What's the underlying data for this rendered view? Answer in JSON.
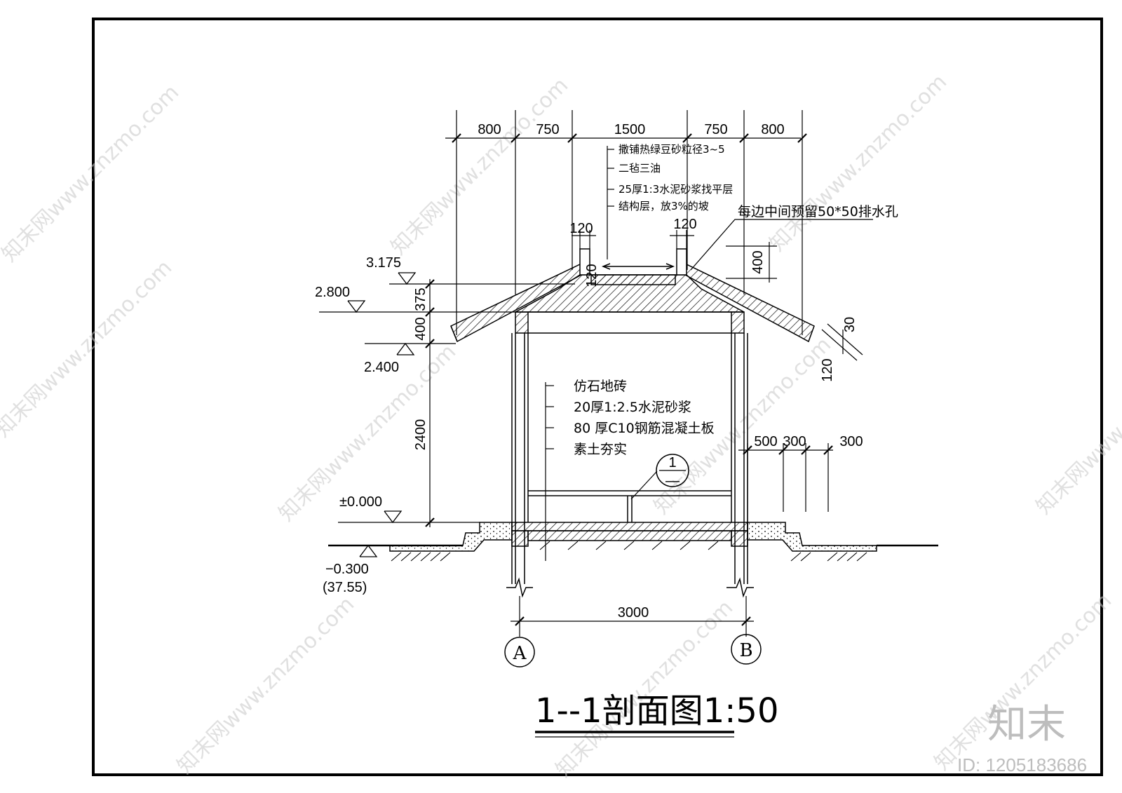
{
  "drawing": {
    "title": "1--1剖面图1:50",
    "top_dimensions": [
      "800",
      "750",
      "1500",
      "750",
      "800"
    ],
    "roof_notes": [
      "撒铺热绿豆砂粒径3~5",
      "二毡三油",
      "25厚1:3水泥砂浆找平层",
      "结构层，放3%的坡"
    ],
    "drain_note": "每边中间预留50*50排水孔",
    "parapet_dims": [
      "120",
      "120",
      "120",
      "400"
    ],
    "eave_dims": [
      "30",
      "120"
    ],
    "floor_notes": [
      "仿石地砖",
      "20厚1:2.5水泥砂浆",
      "80 厚C10钢筋混凝土板",
      "素土夯实"
    ],
    "elevations": {
      "e3175": "3.175",
      "e2800": "2.800",
      "e2400": "2.400",
      "e0": "±0.000",
      "e_neg": "−0.300",
      "e_abs": "(37.55)"
    },
    "vertical_dims": [
      "375",
      "400",
      "2400"
    ],
    "step_dims": [
      "500",
      "300",
      "300"
    ],
    "span_dim": "3000",
    "detail_marker": {
      "top": "1",
      "bottom": "—"
    },
    "axes": [
      "A",
      "B"
    ]
  },
  "watermark": {
    "text": "知末网www.znzmo.com",
    "brand": "知末",
    "id": "ID: 1205183686"
  }
}
